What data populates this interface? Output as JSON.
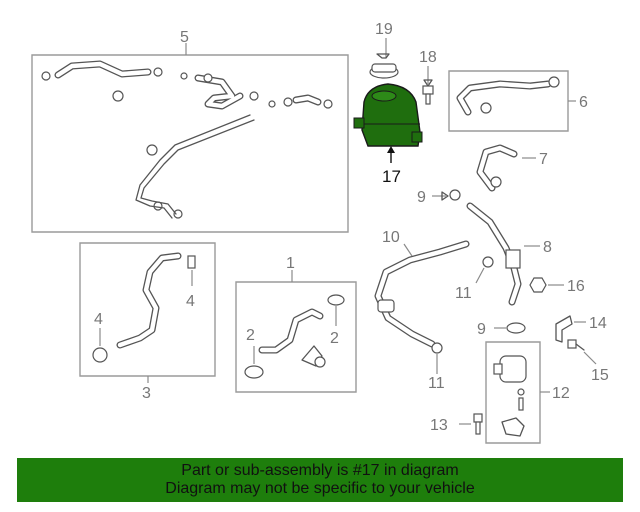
{
  "callouts": {
    "c1": "1",
    "c2a": "2",
    "c2b": "2",
    "c3": "3",
    "c4a": "4",
    "c4b": "4",
    "c5": "5",
    "c6": "6",
    "c7": "7",
    "c8": "8",
    "c9a": "9",
    "c9b": "9",
    "c10": "10",
    "c11a": "11",
    "c11b": "11",
    "c12": "12",
    "c13": "13",
    "c14": "14",
    "c15": "15",
    "c16": "16",
    "c17": "17",
    "c18": "18",
    "c19": "19"
  },
  "highlight_color": "#1f6e0e",
  "banner": {
    "line1": "Part or sub-assembly is #17 in diagram",
    "line2": "Diagram may not be specific to your vehicle",
    "color": "#1e7e0c"
  }
}
